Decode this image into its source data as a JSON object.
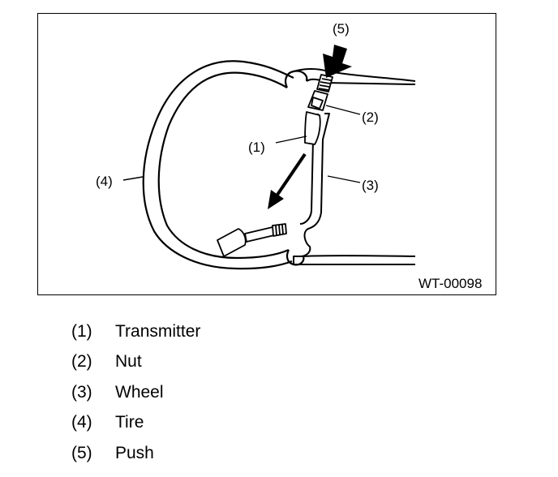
{
  "figure": {
    "id_label": "WT-00098",
    "callouts": {
      "c1": "(1)",
      "c2": "(2)",
      "c3": "(3)",
      "c4": "(4)",
      "c5": "(5)"
    }
  },
  "legend": {
    "items": [
      {
        "num": "(1)",
        "label": "Transmitter"
      },
      {
        "num": "(2)",
        "label": "Nut"
      },
      {
        "num": "(3)",
        "label": "Wheel"
      },
      {
        "num": "(4)",
        "label": "Tire"
      },
      {
        "num": "(5)",
        "label": "Push"
      }
    ]
  },
  "colors": {
    "line": "#000000",
    "background": "#ffffff"
  }
}
